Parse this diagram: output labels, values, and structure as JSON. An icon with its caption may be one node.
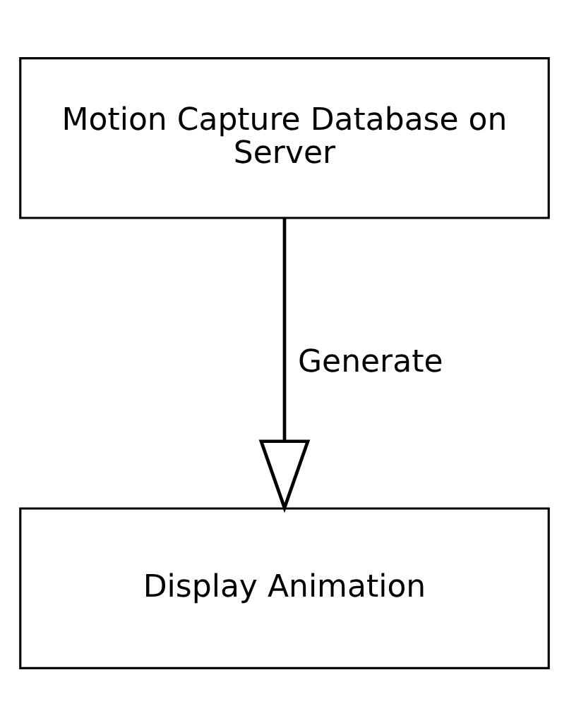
{
  "diagram": {
    "nodes": [
      {
        "text": [
          "Motion Capture Database on Server"
        ]
      },
      {
        "text": [
          "Display Animation"
        ]
      }
    ],
    "edges": [
      {
        "from": 0,
        "to": 1,
        "arrow": "to",
        "label": "Generate"
      }
    ]
  }
}
